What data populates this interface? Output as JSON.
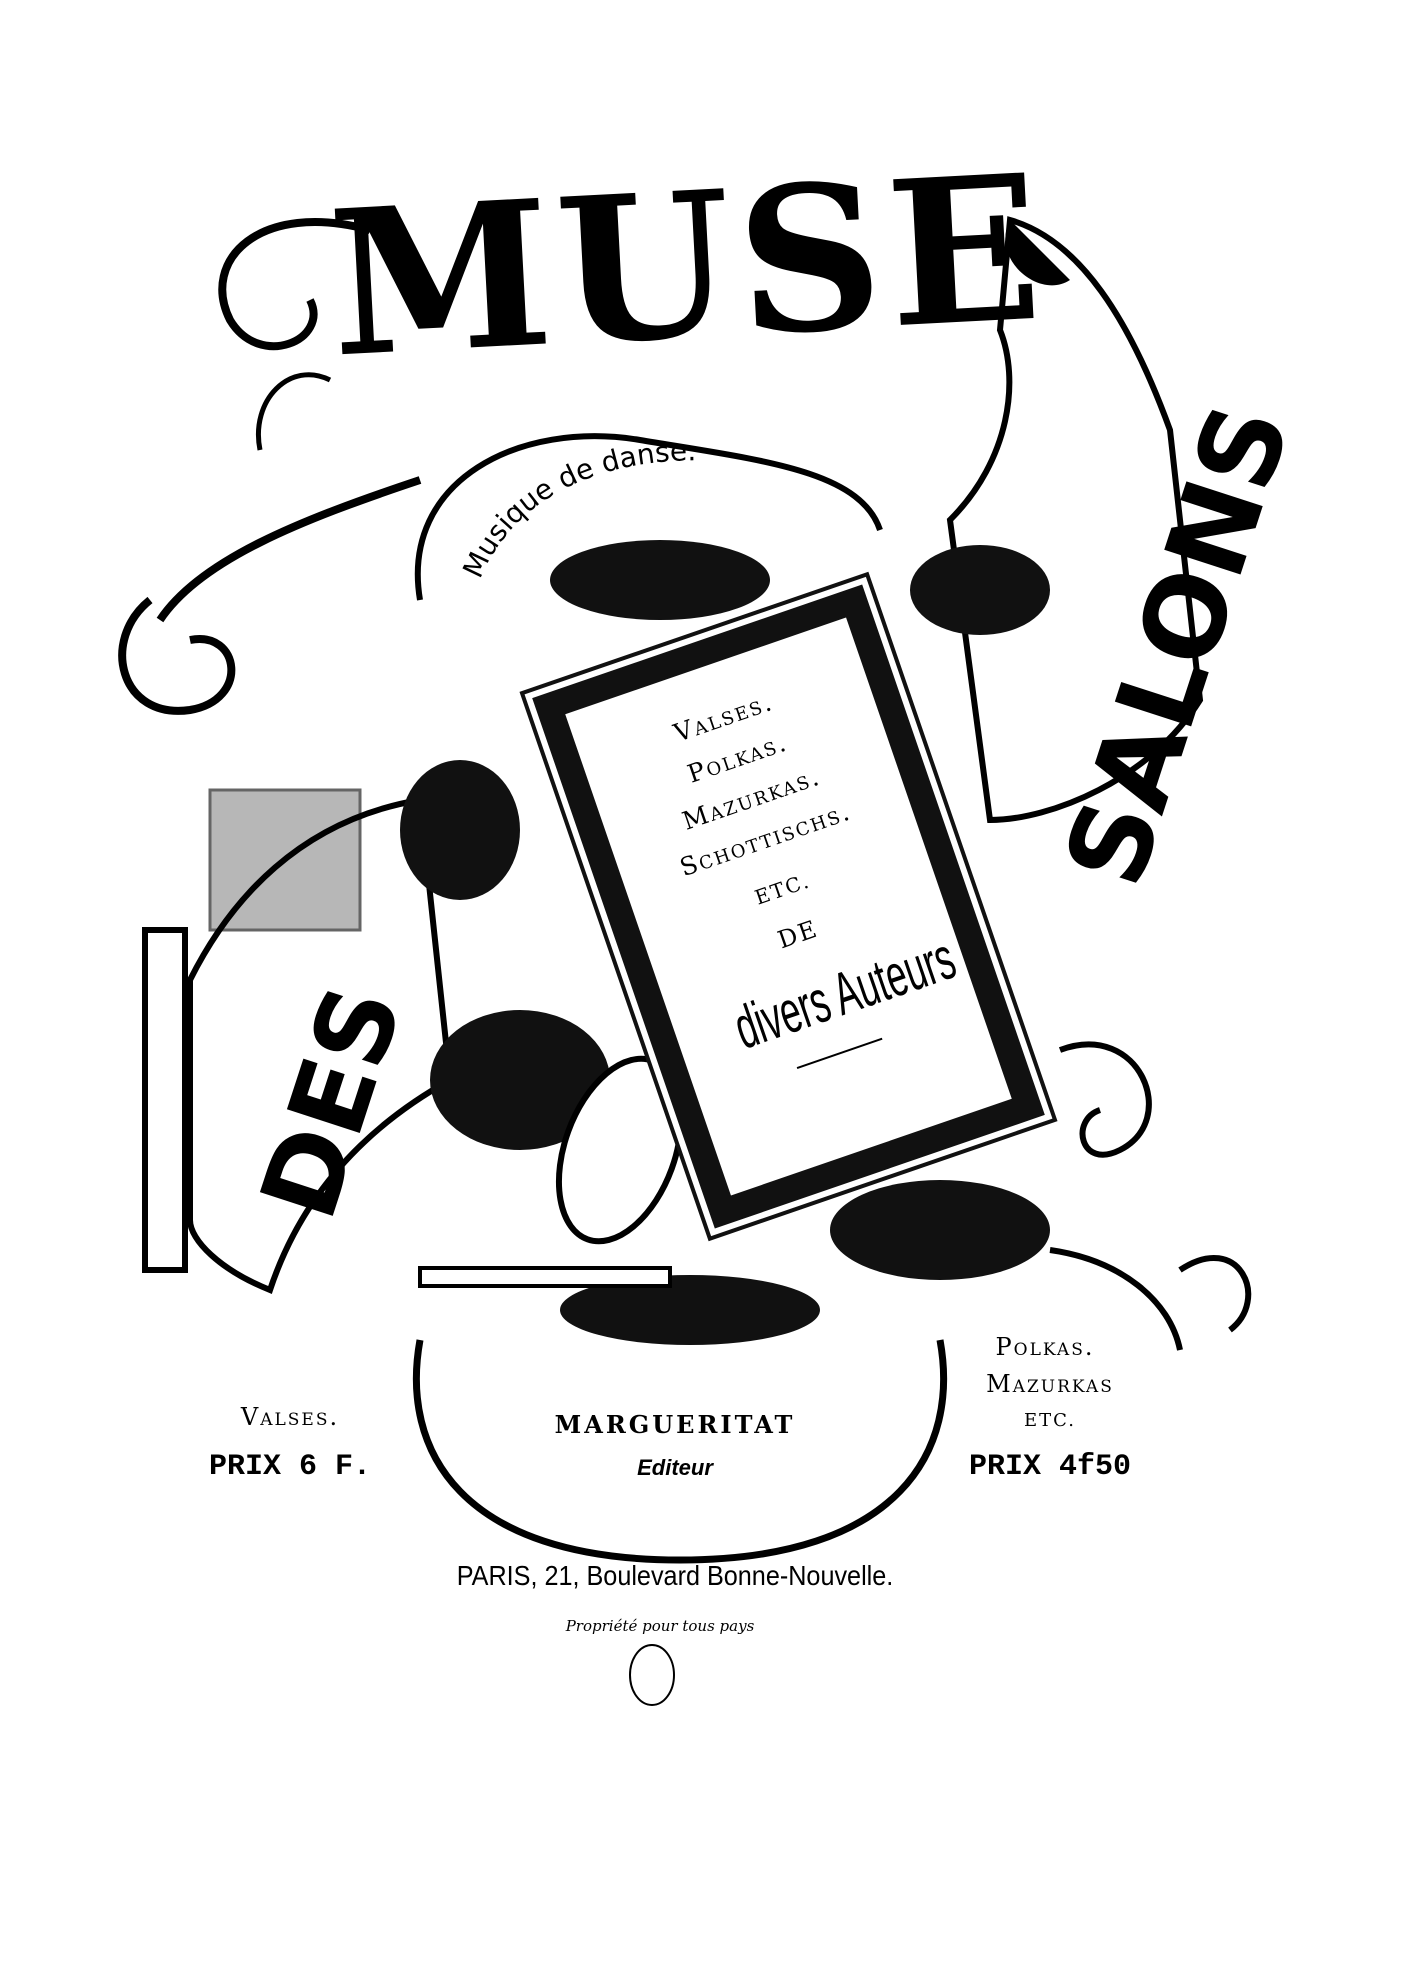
{
  "title": {
    "muse": "MUSE",
    "des": "DES",
    "salons": "SALONS",
    "subtitle": "Musique de danse."
  },
  "card": {
    "items": [
      "Valses.",
      "Polkas.",
      "Mazurkas.",
      "Schottischs."
    ],
    "etc": "ETC.",
    "de": "DE",
    "authors": "divers Auteurs"
  },
  "left_price": {
    "label": "Valses.",
    "price": "PRIX 6 F."
  },
  "publisher": {
    "name": "MARGUERITAT",
    "role": "Editeur"
  },
  "right_price": {
    "labels": [
      "Polkas.",
      "Mazurkas",
      "ETC."
    ],
    "price": "PRIX 4f50"
  },
  "address": "PARIS, 21, Boulevard Bonne-Nouvelle.",
  "rights": "Propriété pour tous pays"
}
